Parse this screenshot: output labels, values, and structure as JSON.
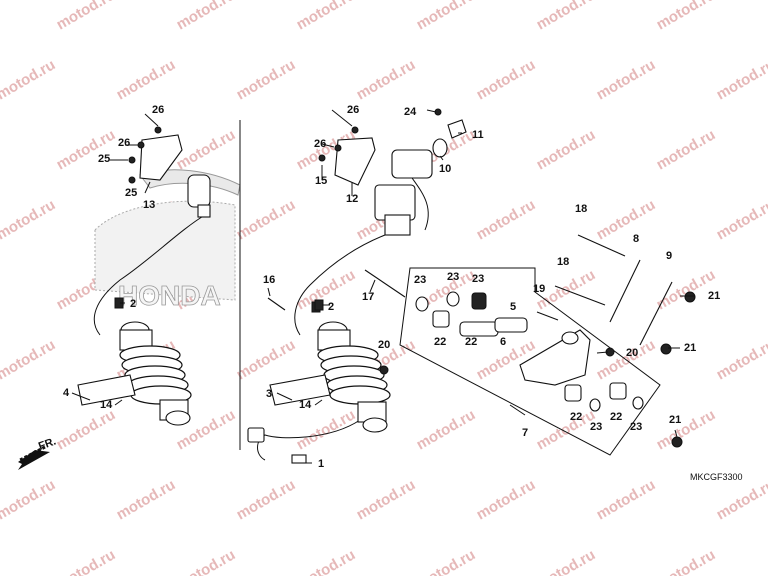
{
  "watermark": "motod.ru",
  "diagram_code": "MKCGF3300",
  "brand_mark": "HONDA",
  "direction_label": "FR.",
  "callouts": [
    "1",
    "2",
    "3",
    "4",
    "5",
    "6",
    "7",
    "8",
    "9",
    "10",
    "11",
    "12",
    "13",
    "14",
    "15",
    "16",
    "17",
    "18",
    "19",
    "20",
    "21",
    "22",
    "23",
    "24",
    "25",
    "26"
  ]
}
